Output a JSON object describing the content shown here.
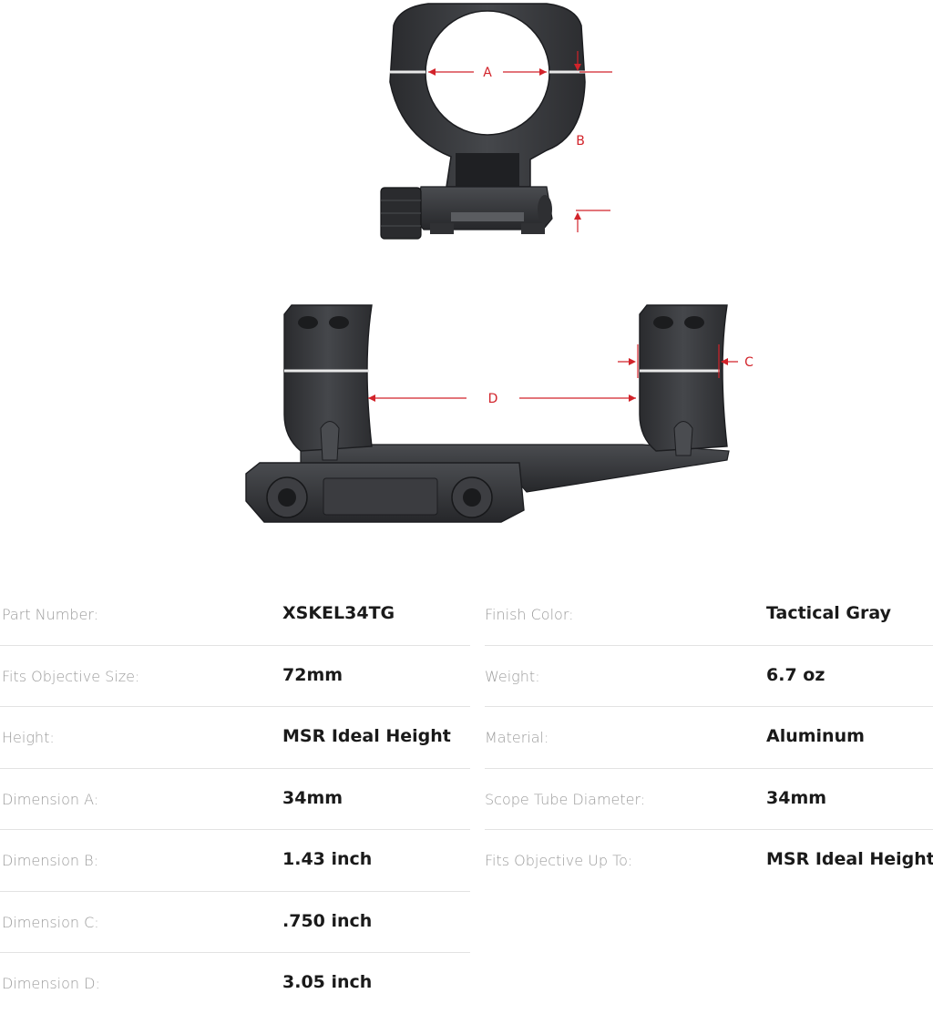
{
  "diagram": {
    "labels": {
      "a": "A",
      "b": "B",
      "c": "C",
      "d": "D"
    },
    "colors": {
      "metal": "#3a3b3e",
      "metal_dark": "#222326",
      "metal_light": "#55575b",
      "dimension": "#d2232a"
    }
  },
  "specs": {
    "left": [
      {
        "label": "Part Number:",
        "value": "XSKEL34TG"
      },
      {
        "label": "Fits Objective Size:",
        "value": "72mm"
      },
      {
        "label": "Height:",
        "value": "MSR Ideal Height"
      },
      {
        "label": "Dimension A:",
        "value": "34mm"
      },
      {
        "label": "Dimension B:",
        "value": "1.43 inch"
      },
      {
        "label": "Dimension C:",
        "value": ".750 inch"
      },
      {
        "label": "Dimension D:",
        "value": "3.05 inch"
      }
    ],
    "right": [
      {
        "label": "Finish Color:",
        "value": "Tactical Gray"
      },
      {
        "label": "Weight:",
        "value": "6.7 oz"
      },
      {
        "label": "Material:",
        "value": "Aluminum"
      },
      {
        "label": "Scope Tube Diameter:",
        "value": "34mm"
      },
      {
        "label": "Fits Objective Up To:",
        "value": "MSR Ideal Height"
      }
    ]
  }
}
